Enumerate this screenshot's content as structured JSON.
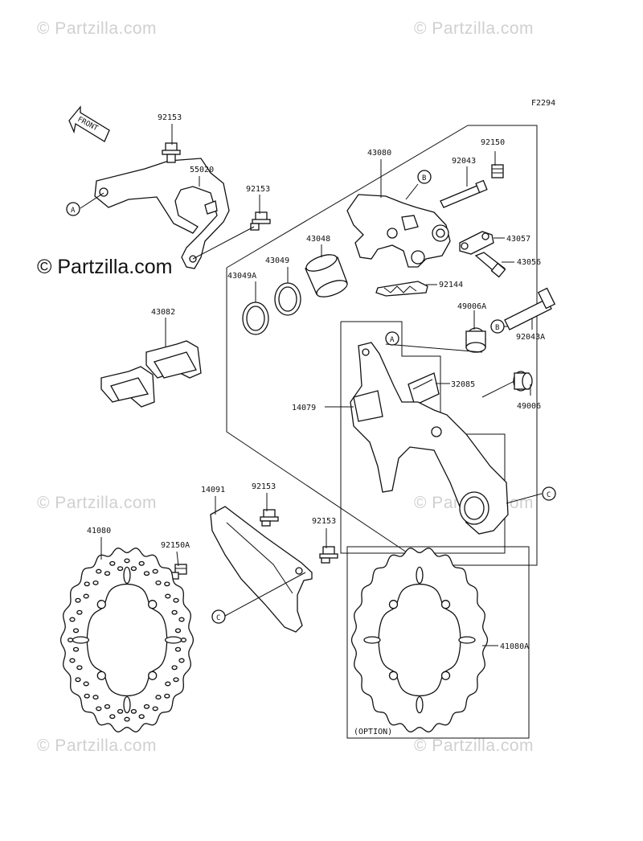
{
  "figure_code": "F2294",
  "front_label": "FRONT",
  "watermark": "© Partzilla.com",
  "watermark_main": "© Partzilla.com",
  "option_label": "(OPTION)",
  "parts": {
    "p92153_top": "92153",
    "p55020": "55020",
    "p92153_mid": "92153",
    "p43080": "43080",
    "p92043": "92043",
    "p92150": "92150",
    "p43057": "43057",
    "p43048": "43048",
    "p43049": "43049",
    "p43049A": "43049A",
    "p43056": "43056",
    "p92144": "92144",
    "p43082": "43082",
    "p49006A": "49006A",
    "p92043A": "92043A",
    "p32085": "32085",
    "p14079": "14079",
    "p49006": "49006",
    "p14091": "14091",
    "p92153_low1": "92153",
    "p92153_low2": "92153",
    "p41080": "41080",
    "p92150A": "92150A",
    "p41080A": "41080A"
  },
  "refs": {
    "a": "A",
    "b": "B",
    "c": "C"
  }
}
